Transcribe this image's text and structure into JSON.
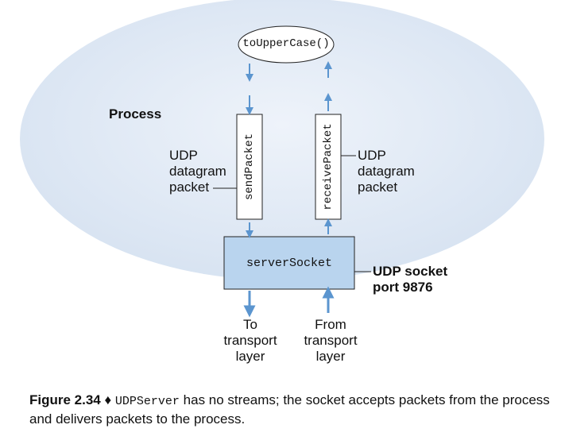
{
  "diagram": {
    "method_oval": "toUpperCase()",
    "process_label": "Process",
    "send_packet": "sendPacket",
    "receive_packet": "receivePacket",
    "left_label": [
      "UDP",
      "datagram",
      "packet"
    ],
    "right_label": [
      "UDP",
      "datagram",
      "packet"
    ],
    "socket_name": "serverSocket",
    "socket_label": [
      "UDP socket",
      "port 9876"
    ],
    "to_label": [
      "To",
      "transport",
      "layer"
    ],
    "from_label": [
      "From",
      "transport",
      "layer"
    ]
  },
  "caption": {
    "figure_number": "Figure 2.34",
    "bullet": "♦",
    "code": "UDPServer",
    "text": "has no streams; the socket accepts packets from the process and delivers packets to the process."
  },
  "colors": {
    "process_fill": "#dbe6f4",
    "socket_fill": "#b9d4ee",
    "arrow": "#5b95cf",
    "line": "#222222"
  }
}
